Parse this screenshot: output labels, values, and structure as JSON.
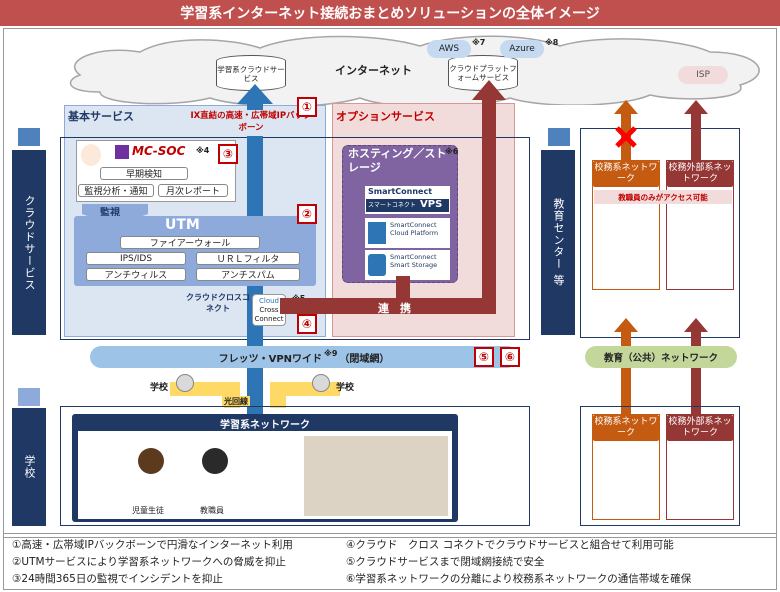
{
  "title": "学習系インターネット接続おまとめソリューションの全体イメージ",
  "cloud": {
    "label": "インターネット",
    "learning_cloud": "学習系クラウドサービス",
    "platform": "クラウドプラットフォームサービス",
    "aws": "AWS",
    "aws_note": "※7",
    "azure": "Azure",
    "azure_note": "※8",
    "isp": "ISP"
  },
  "basic": {
    "label": "基本サービス",
    "ix_label": "IX直結の高速・広帯域IPバックボーン",
    "mcsoc": "MC-SOC",
    "mcsoc_note": "※4",
    "early": "早期検知",
    "monitor_analysis": "監視分析・通知",
    "monthly_report": "月次レポート",
    "monitor": "監視",
    "utm": "UTM",
    "firewall": "ファイアーウォール",
    "ips": "IPS/IDS",
    "url_filter": "ＵＲＬフィルタ",
    "antivirus": "アンチウィルス",
    "antispam": "アンチスパム",
    "ccc_text": "クラウドクロスコネクト",
    "ccc_logo1": "Cloud",
    "ccc_logo2": "Cross",
    "ccc_logo3": "Connect",
    "ccc_note": "※5"
  },
  "option": {
    "label": "オプションサービス",
    "hosting": "ホスティング／ストレージ",
    "hosting_note": "※6",
    "sc_brand": "SmartConnect",
    "vps_sub": "スマートコネクト",
    "vps": "VPS",
    "cloud_platform": "SmartConnect Cloud Platform",
    "smart_storage": "SmartConnect Smart Storage",
    "renkei": "連　携"
  },
  "side": {
    "cloud_service": "クラウドサービス",
    "school": "学校",
    "edu_center": "教育センター 等"
  },
  "network": {
    "flets": "フレッツ・VPNワイド",
    "flets_note": "※9",
    "flets_closed": "（閉域網）",
    "school_left": "学校",
    "school_right": "学校",
    "optical": "光回線",
    "learning_net": "学習系ネットワーク",
    "student": "児童生徒",
    "teacher": "教職員",
    "edu_public": "教育（公共）ネットワーク"
  },
  "center": {
    "komu": "校務系ネットワーク",
    "komu_ext": "校務外部系ネットワーク",
    "staff_only": "教職員のみがアクセス可能"
  },
  "numbers": [
    "①",
    "②",
    "③",
    "④",
    "⑤",
    "⑥"
  ],
  "legend": [
    "①高速・広帯域IPバックボーンで円滑なインターネット利用",
    "②UTMサービスにより学習系ネットワークへの脅威を抑止",
    "③24時間365日の監視でインシデントを抑止",
    "④クラウド　クロス コネクトでクラウドサービスと組合せて利用可能",
    "⑤クラウドサービスまで閉域網接続で安全",
    "⑥学習系ネットワークの分離により校務系ネットワークの通信帯域を確保"
  ]
}
